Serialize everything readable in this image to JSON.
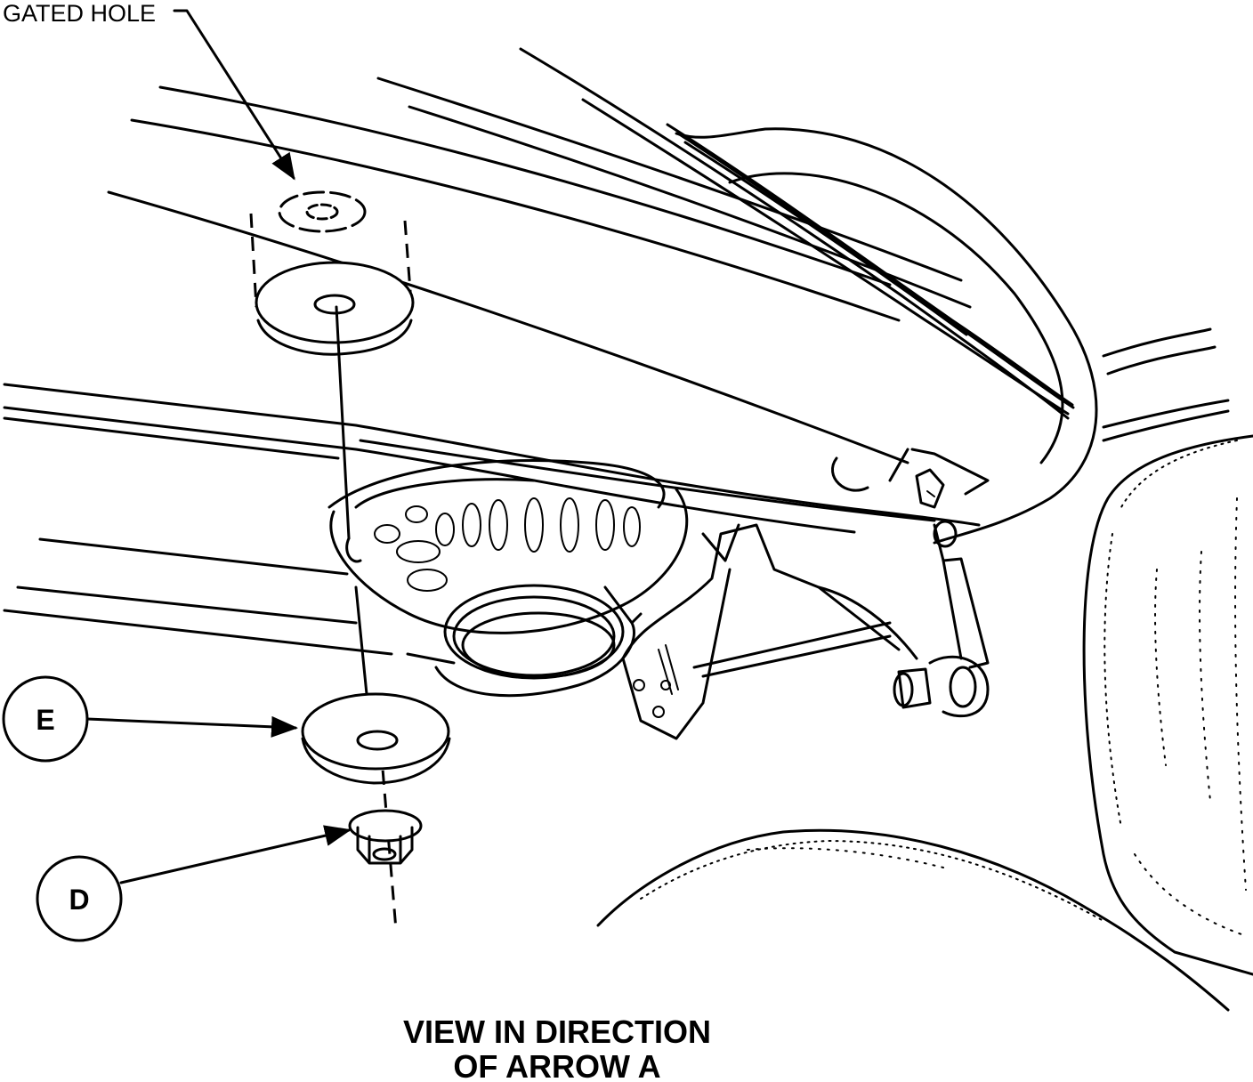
{
  "labels": {
    "gated_hole": "GATED HOLE",
    "callout_e": "E",
    "callout_d": "D",
    "caption_line1": "VIEW IN DIRECTION",
    "caption_line2": "OF ARROW A"
  }
}
